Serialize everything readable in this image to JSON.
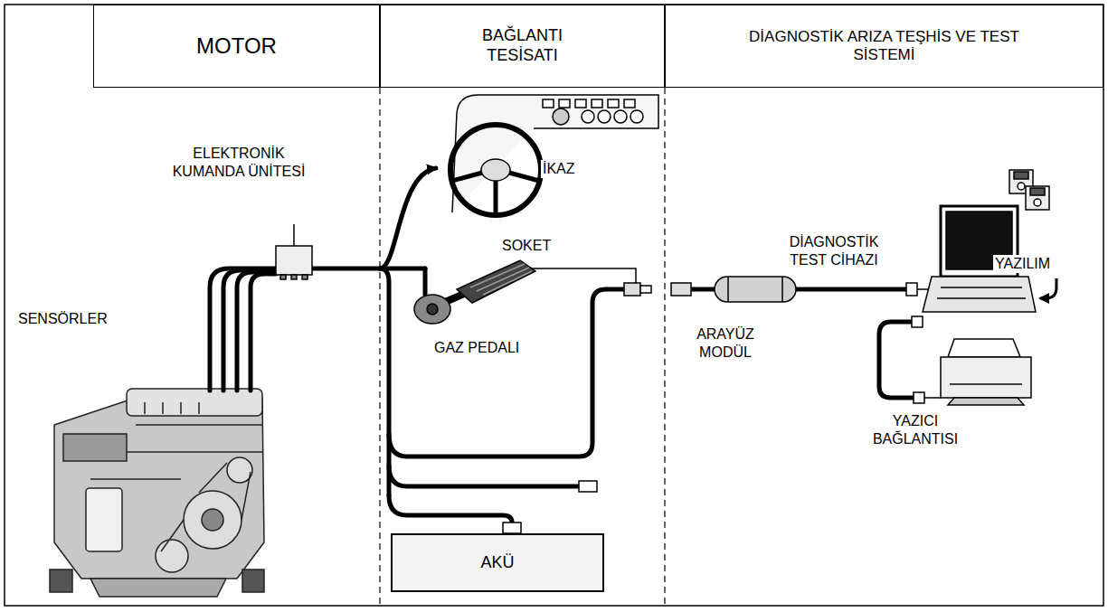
{
  "diagram": {
    "nodes": [
      {
        "text": [
          "MOTOR"
        ]
      },
      {
        "text": [
          "BAĞLANTI TESİSATI"
        ]
      },
      {
        "text": [
          "DİAGNOSTİK ARIZA TEŞHİS VE TEST SİSTEMİ"
        ]
      },
      {
        "text": [
          "AKÜ"
        ]
      }
    ],
    "labels": [
      "ELEKTRONİK KUMANDA ÜNİTESİ",
      "İKAZ",
      "SOKET",
      "YAZILIM",
      "DİAGNOSTİK TEST CİHAZI",
      "SENSÖRLER",
      "GAZ PEDALI",
      "ARAYÜZ MODÜL",
      "YAZICI BAĞLANTISI"
    ]
  }
}
